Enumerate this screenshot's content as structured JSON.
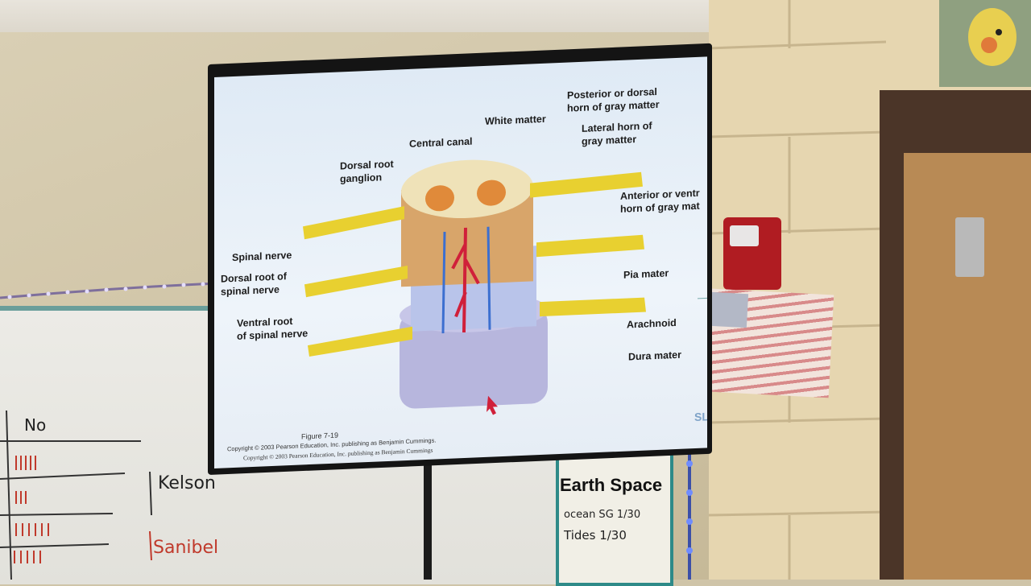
{
  "slide": {
    "labels": {
      "central_canal": "Central canal",
      "white_matter": "White matter",
      "posterior_horn_1": "Posterior or dorsal",
      "posterior_horn_2": "horn of gray matter",
      "lateral_horn_1": "Lateral horn of",
      "lateral_horn_2": "gray matter",
      "dorsal_root_ganglion_1": "Dorsal root",
      "dorsal_root_ganglion_2": "ganglion",
      "anterior_horn_1": "Anterior or ventr",
      "anterior_horn_2": "horn of gray mat",
      "spinal_nerve": "Spinal nerve",
      "dorsal_root_1": "Dorsal root of",
      "dorsal_root_2": "spinal nerve",
      "pia_mater": "Pia mater",
      "ventral_root_1": "Ventral root",
      "ventral_root_2": "of spinal nerve",
      "arachnoid": "Arachnoid",
      "dura_mater": "Dura mater"
    },
    "figure_caption": "Figure 7-19",
    "copyright_1": "Copyright © 2003 Pearson Education, Inc. publishing as Benjamin Cummings.",
    "copyright_2": "Copyright © 2003 Pearson Education, Inc. publishing as Benjamin Cummings",
    "corner_mark": "SL"
  },
  "whiteboard": {
    "header": "No",
    "name_1": "Kelson",
    "name_2": "Sanibel"
  },
  "bulletin": {
    "title": "Earth Space",
    "line_1": "ocean SG  1/30",
    "line_2": "Tides  1/30"
  },
  "colors": {
    "nerve_yellow": "#e8d030",
    "vessel_red": "#d0203a",
    "vessel_blue": "#3c6fd0",
    "dura_lavender": "#b7b6dd",
    "trim_teal": "#2e8a88"
  }
}
